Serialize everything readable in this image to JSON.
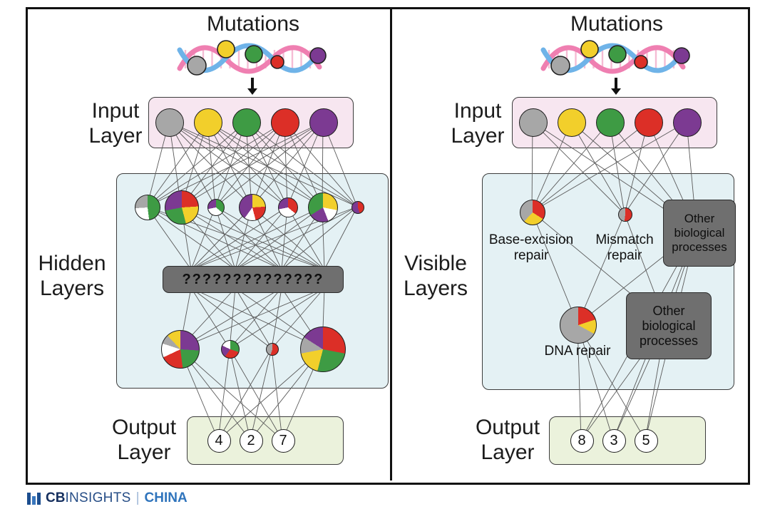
{
  "panels": {
    "left": {
      "mutations": "Mutations",
      "input_label": [
        "Input",
        "Layer"
      ],
      "middle_label": [
        "Hidden",
        "Layers"
      ],
      "output_label": [
        "Output",
        "Layer"
      ],
      "mystery_text": "??????????????",
      "outputs": [
        "4",
        "2",
        "7"
      ],
      "input_colors": [
        "#a7a7a7",
        "#f2cf2b",
        "#3e9b44",
        "#dc2f27",
        "#7c3a92"
      ],
      "hidden_row1": [
        {
          "size": 34,
          "segments": [
            [
              "#3e9b44",
              48
            ],
            [
              "#ffffff",
              26
            ],
            [
              "#a7a7a7",
              26
            ]
          ]
        },
        {
          "size": 46,
          "segments": [
            [
              "#dc2f27",
              24
            ],
            [
              "#f2cf2b",
              22
            ],
            [
              "#3e9b44",
              26
            ],
            [
              "#7c3a92",
              28
            ]
          ]
        },
        {
          "size": 22,
          "segments": [
            [
              "#3e9b44",
              36
            ],
            [
              "#ffffff",
              36
            ],
            [
              "#7c3a92",
              28
            ]
          ]
        },
        {
          "size": 36,
          "segments": [
            [
              "#f2cf2b",
              24
            ],
            [
              "#dc2f27",
              22
            ],
            [
              "#ffffff",
              14
            ],
            [
              "#7c3a92",
              40
            ]
          ]
        },
        {
          "size": 26,
          "segments": [
            [
              "#dc2f27",
              36
            ],
            [
              "#ffffff",
              36
            ],
            [
              "#7c3a92",
              28
            ]
          ]
        },
        {
          "size": 40,
          "segments": [
            [
              "#f2cf2b",
              28
            ],
            [
              "#ffffff",
              16
            ],
            [
              "#7c3a92",
              22
            ],
            [
              "#3e9b44",
              34
            ]
          ]
        },
        {
          "size": 16,
          "segments": [
            [
              "#dc2f27",
              45
            ],
            [
              "#7c3a92",
              55
            ]
          ]
        }
      ],
      "hidden_row2": [
        {
          "size": 52,
          "segments": [
            [
              "#7c3a92",
              26
            ],
            [
              "#3e9b44",
              22
            ],
            [
              "#dc2f27",
              20
            ],
            [
              "#ffffff",
              12
            ],
            [
              "#a7a7a7",
              8
            ],
            [
              "#f2cf2b",
              12
            ]
          ]
        },
        {
          "size": 24,
          "segments": [
            [
              "#3e9b44",
              30
            ],
            [
              "#dc2f27",
              30
            ],
            [
              "#7c3a92",
              22
            ],
            [
              "#ffffff",
              18
            ]
          ]
        },
        {
          "size": 16,
          "segments": [
            [
              "#dc2f27",
              55
            ],
            [
              "#a7a7a7",
              45
            ]
          ]
        },
        {
          "size": 62,
          "segments": [
            [
              "#dc2f27",
              28
            ],
            [
              "#3e9b44",
              26
            ],
            [
              "#f2cf2b",
              18
            ],
            [
              "#a7a7a7",
              12
            ],
            [
              "#7c3a92",
              16
            ]
          ]
        }
      ]
    },
    "right": {
      "mutations": "Mutations",
      "input_label": [
        "Input",
        "Layer"
      ],
      "middle_label": [
        "Visible",
        "Layers"
      ],
      "output_label": [
        "Output",
        "Layer"
      ],
      "outputs": [
        "8",
        "3",
        "5"
      ],
      "input_colors": [
        "#a7a7a7",
        "#f2cf2b",
        "#3e9b44",
        "#dc2f27",
        "#7c3a92"
      ],
      "nodes": {
        "base_excision": {
          "label": [
            "Base-excision",
            "repair"
          ],
          "size": 34,
          "segments": [
            [
              "#dc2f27",
              34
            ],
            [
              "#f2cf2b",
              28
            ],
            [
              "#a7a7a7",
              38
            ]
          ]
        },
        "mismatch": {
          "label": [
            "Mismatch",
            "repair"
          ],
          "size": 18,
          "segments": [
            [
              "#dc2f27",
              52
            ],
            [
              "#a7a7a7",
              48
            ]
          ]
        },
        "other_bio_1": {
          "label": "Other biological processes"
        },
        "dna_repair": {
          "label": "DNA repair",
          "size": 50,
          "segments": [
            [
              "#dc2f27",
              20
            ],
            [
              "#f2cf2b",
              13
            ],
            [
              "#a7a7a7",
              67
            ]
          ]
        },
        "other_bio_2": {
          "label": "Other biological processes"
        }
      }
    }
  },
  "footer": {
    "brand_bold": "CB",
    "brand_rest": "INSIGHTS",
    "divider": "|",
    "region": "CHINA"
  }
}
